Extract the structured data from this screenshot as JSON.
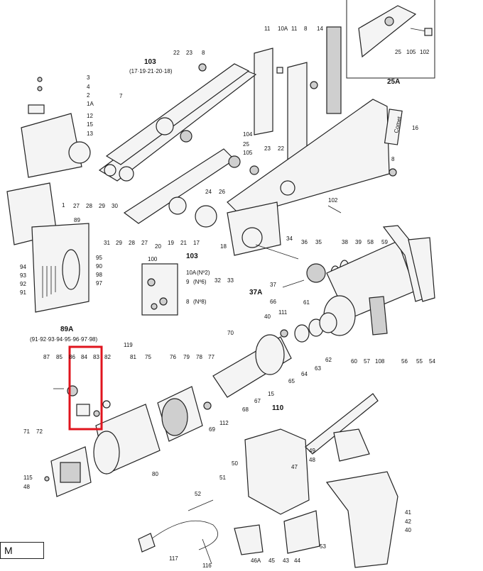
{
  "labels": {
    "top": [
      "11",
      "10A",
      "11",
      "8",
      "14",
      "25",
      "105",
      "102",
      "25A",
      "16"
    ],
    "arm": [
      "103",
      "(17·19·21·20·18)",
      "22",
      "23",
      "8",
      "7",
      "104",
      "25",
      "105",
      "23",
      "22",
      "8",
      "24",
      "26",
      "102"
    ],
    "left_top": [
      "3",
      "4",
      "2",
      "1A",
      "1",
      "12",
      "15",
      "13"
    ],
    "lower_arm": [
      "27",
      "28",
      "29",
      "30",
      "31",
      "29",
      "28",
      "27",
      "19",
      "21",
      "17",
      "20",
      "18",
      "103",
      "32",
      "33",
      "34",
      "36",
      "35",
      "38",
      "39",
      "58",
      "59"
    ],
    "left_mid": [
      "89",
      "94",
      "93",
      "92",
      "91",
      "95",
      "90",
      "98",
      "97",
      "89A",
      "(91·92·93·94·95·96·97·98)"
    ],
    "kit": [
      "100",
      "10A",
      "9",
      "8",
      "37A",
      "37",
      "66"
    ],
    "kit_notes": [
      "(Nº2)",
      "(Nº6)",
      "(Nº8)"
    ],
    "motor": [
      "119",
      "87",
      "85",
      "86",
      "84",
      "83",
      "82",
      "81",
      "75",
      "76",
      "79",
      "78",
      "77",
      "70",
      "40",
      "111",
      "61",
      "62",
      "63",
      "64",
      "65",
      "67",
      "68",
      "15",
      "110",
      "69",
      "112",
      "60",
      "57",
      "108",
      "56",
      "55",
      "54"
    ],
    "bottom": [
      "71",
      "72",
      "115",
      "48",
      "80",
      "51",
      "52",
      "50",
      "49",
      "48",
      "47",
      "117",
      "116",
      "46A",
      "45",
      "43",
      "44",
      "41",
      "42",
      "40",
      "53"
    ],
    "brand_plate": "Comet"
  },
  "highlight_box": "84–83 area",
  "legend": {
    "code": "M"
  }
}
